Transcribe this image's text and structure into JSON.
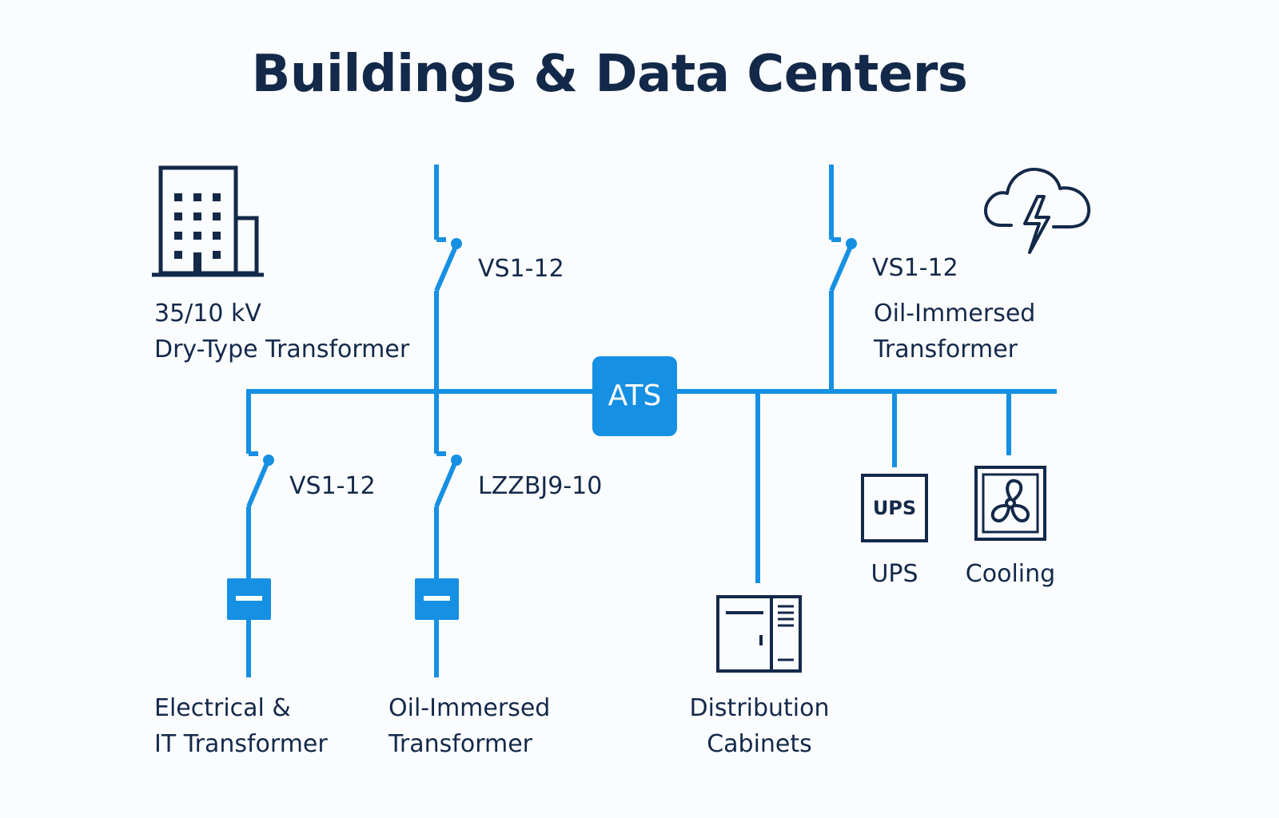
{
  "title": "Buildings & Data Centers",
  "colors": {
    "line": "#1690e3",
    "navy": "#13294a",
    "background": "#fbfcfd"
  },
  "icons": {
    "building": "building-icon",
    "storm": "storm-cloud-lightning-icon",
    "cabinet": "distribution-cabinet-icon",
    "ups": "ups-box-icon",
    "cooling": "fan-icon"
  },
  "labels": {
    "top_left_line1": "35/10 kV",
    "top_left_line2": "Dry-Type Transformer",
    "switch_top_middle": "VS1-12",
    "switch_top_right": "VS1-12",
    "top_right_line1": "Oil-Immersed",
    "top_right_line2": "Transformer",
    "ats": "ATS",
    "switch_bottom_left": "VS1-12",
    "switch_bottom_middle": "LZZBJ9-10",
    "bottom_left_line1": "Electrical &",
    "bottom_left_line2": "IT Transformer",
    "bottom_middle_line1": "Oil-Immersed",
    "bottom_middle_line2": "Transformer",
    "cabinets_line1": "Distribution",
    "cabinets_line2": "Cabinets",
    "ups_box": "UPS",
    "ups_caption": "UPS",
    "cooling_caption": "Cooling"
  }
}
